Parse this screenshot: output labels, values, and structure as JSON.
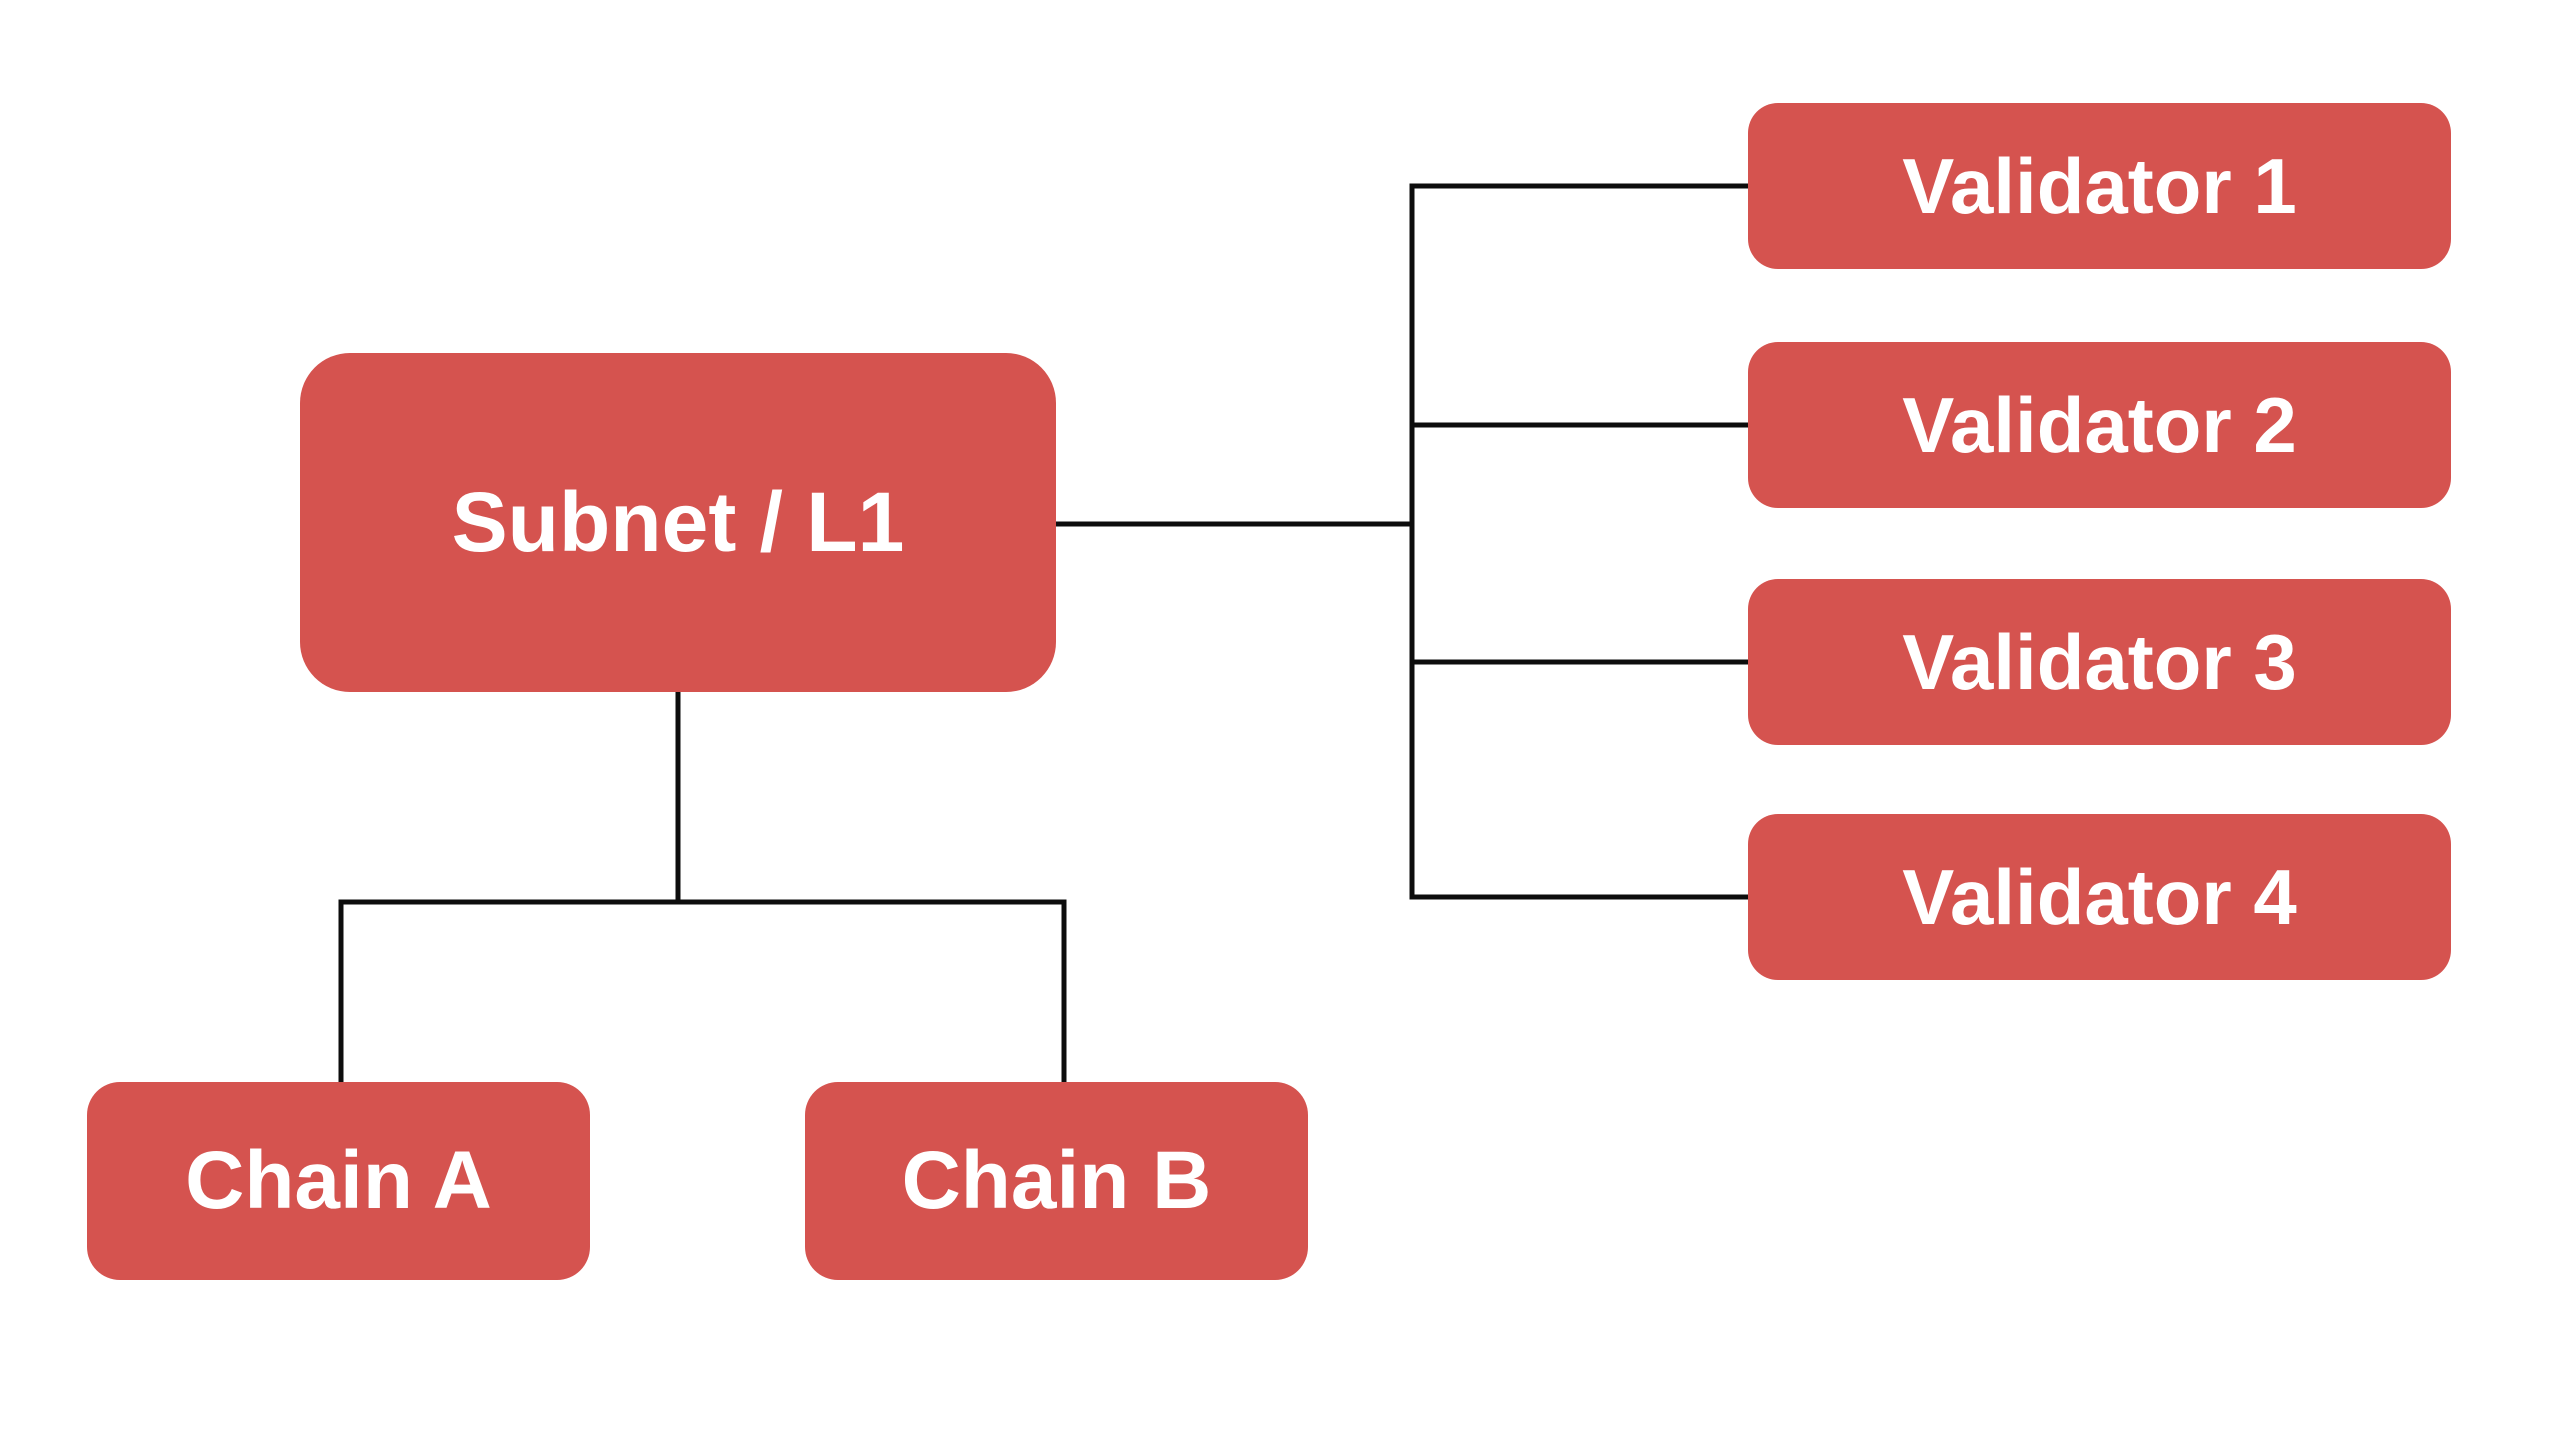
{
  "diagram": {
    "nodes": {
      "subnet": {
        "label": "Subnet / L1"
      },
      "validators": [
        {
          "label": "Validator 1"
        },
        {
          "label": "Validator 2"
        },
        {
          "label": "Validator 3"
        },
        {
          "label": "Validator 4"
        }
      ],
      "chains": [
        {
          "label": "Chain A"
        },
        {
          "label": "Chain B"
        }
      ]
    },
    "colors": {
      "node_fill": "#d5534f",
      "node_text": "#ffffff",
      "connector": "#0d0d0d",
      "background": "#ffffff"
    }
  }
}
